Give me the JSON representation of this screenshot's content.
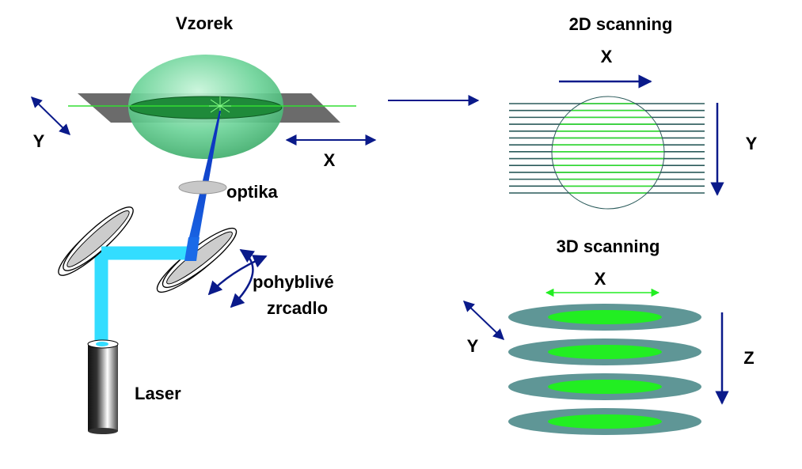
{
  "labels": {
    "sample": "Vzorek",
    "optics": "optika",
    "mirror_line1": "pohyblivé",
    "mirror_line2": "zrcadlo",
    "laser": "Laser",
    "left_y": "Y",
    "left_x": "X",
    "scan2d_title": "2D scanning",
    "scan2d_x": "X",
    "scan2d_y": "Y",
    "scan3d_title": "3D scanning",
    "scan3d_x": "X",
    "scan3d_y": "Y",
    "scan3d_z": "Z"
  },
  "colors": {
    "arrow": "#0a1a8a",
    "sphere": "#6ed49a",
    "sphere_dark": "#1f8a3a",
    "plane": "#6b6b6b",
    "scan_line_dark": "#2a5a5a",
    "scan_line_green": "#33dd33",
    "slice_outer": "#5f9696",
    "slice_inner": "#22ee22",
    "beam_cyan": "#33ddff",
    "beam_blue": "#1a5adc"
  },
  "scan2d": {
    "line_count": 14
  },
  "scan3d": {
    "slice_count": 4
  }
}
